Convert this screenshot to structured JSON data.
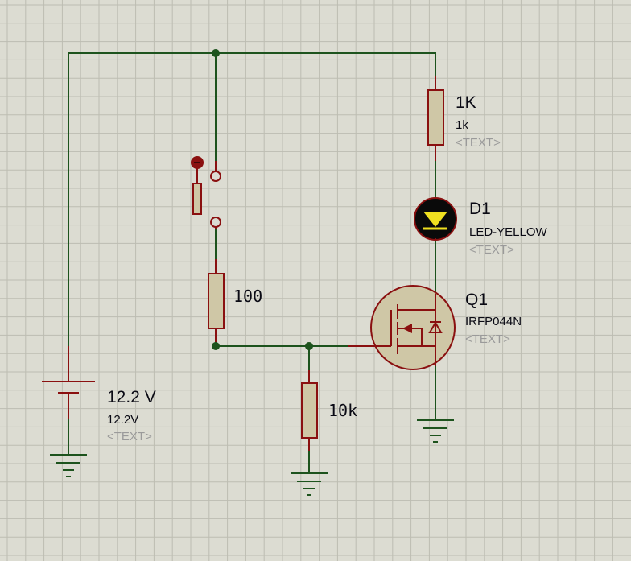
{
  "battery": {
    "name": "12.2 V",
    "value": "12.2V",
    "text": "<TEXT>"
  },
  "r1": {
    "name": "1K",
    "value": "1k",
    "text": "<TEXT>"
  },
  "led": {
    "name": "D1",
    "value": "LED-YELLOW",
    "text": "<TEXT>",
    "color": "#f0e020"
  },
  "q1": {
    "name": "Q1",
    "value": "IRFP044N",
    "text": "<TEXT>"
  },
  "r_switch": {
    "value": "100"
  },
  "r_gate": {
    "value": "10k"
  },
  "colors": {
    "background": "#dcdcd2",
    "grid": "#bdbdb2",
    "wire": "#1d531d",
    "component": "#8a1010",
    "body": "#cfc7a6"
  }
}
